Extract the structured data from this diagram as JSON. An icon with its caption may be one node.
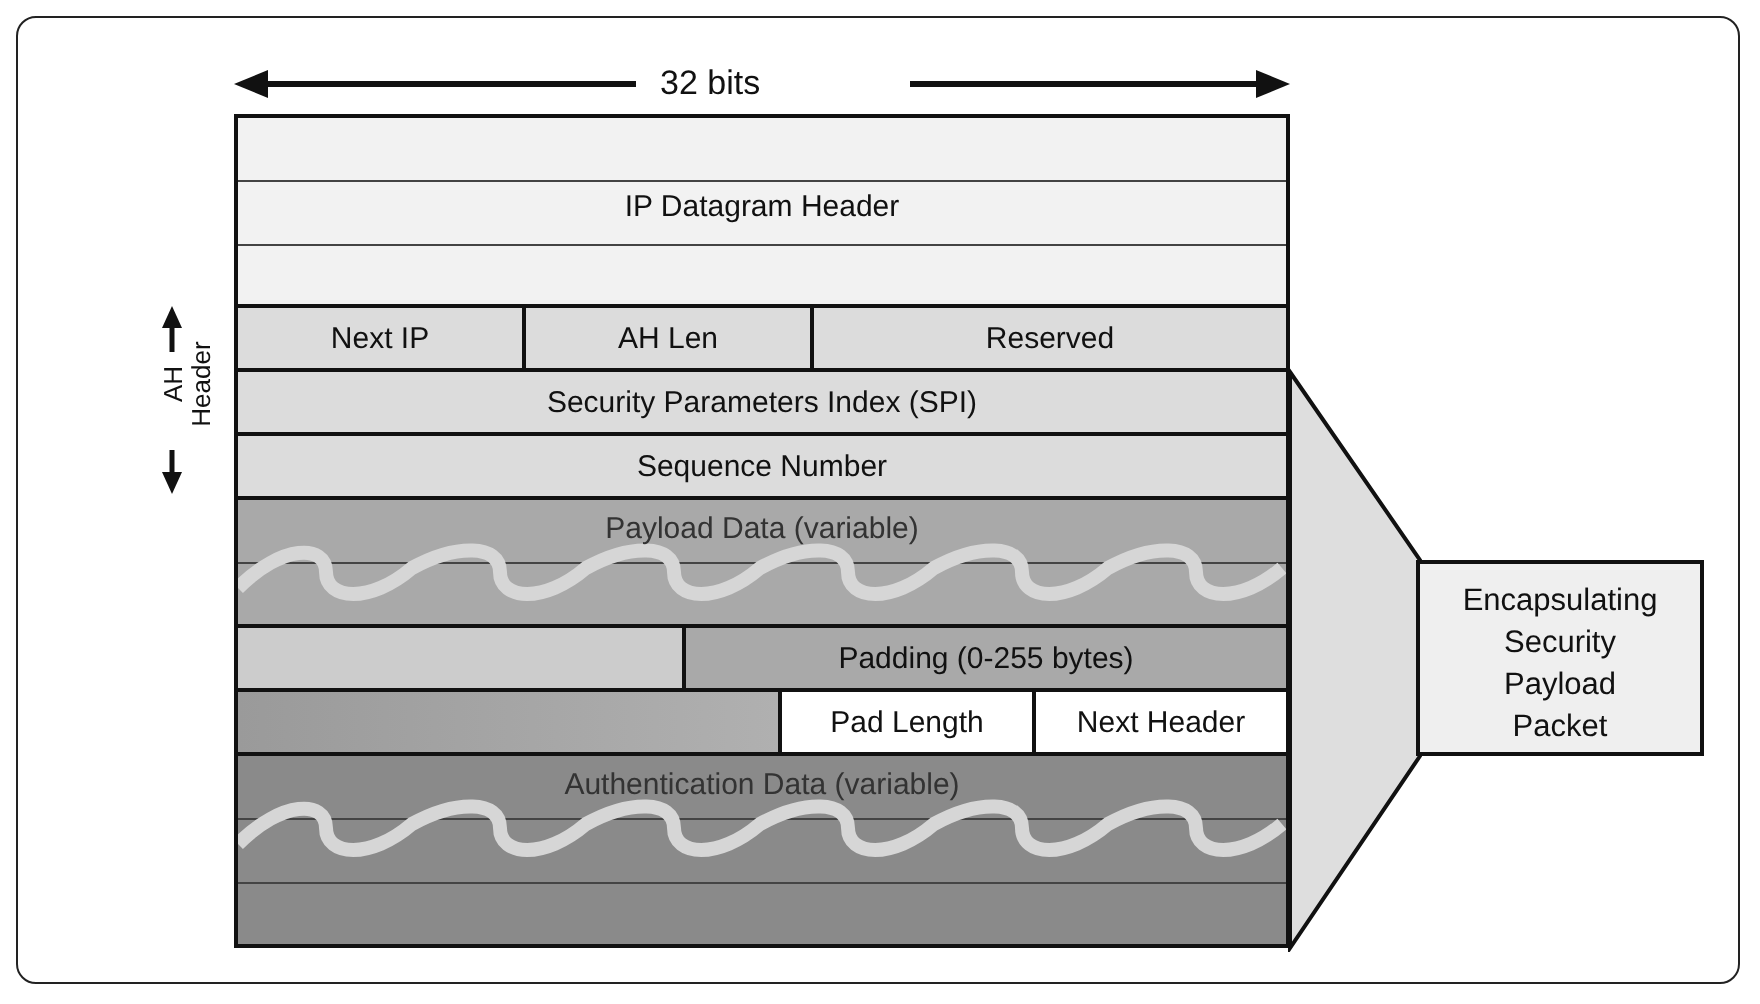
{
  "diagram": {
    "nodes": [
      {
        "text": [
          "IP Datagram Header"
        ]
      },
      {
        "text": [
          "Next IP"
        ]
      },
      {
        "text": [
          "AH Len"
        ]
      },
      {
        "text": [
          "Reserved"
        ]
      },
      {
        "text": [
          "Security Parameters Index (SPI)"
        ]
      },
      {
        "text": [
          "Sequence Number"
        ]
      },
      {
        "text": [
          "Payload Data (variable)"
        ]
      },
      {
        "text": [],
        "shape": "box"
      },
      {
        "text": [
          "Padding (0-255 bytes)"
        ]
      },
      {
        "text": [],
        "shape": "box"
      },
      {
        "text": [
          "Pad Length"
        ]
      },
      {
        "text": [
          "Next Header"
        ]
      },
      {
        "text": [
          "Authentication Data (variable)"
        ]
      },
      {
        "text": [],
        "shape": "trapezoid"
      },
      {
        "text": [
          "Encapsulating Security Payload Packet"
        ]
      }
    ],
    "labels": [
      "32 bits",
      "AH Header"
    ]
  }
}
